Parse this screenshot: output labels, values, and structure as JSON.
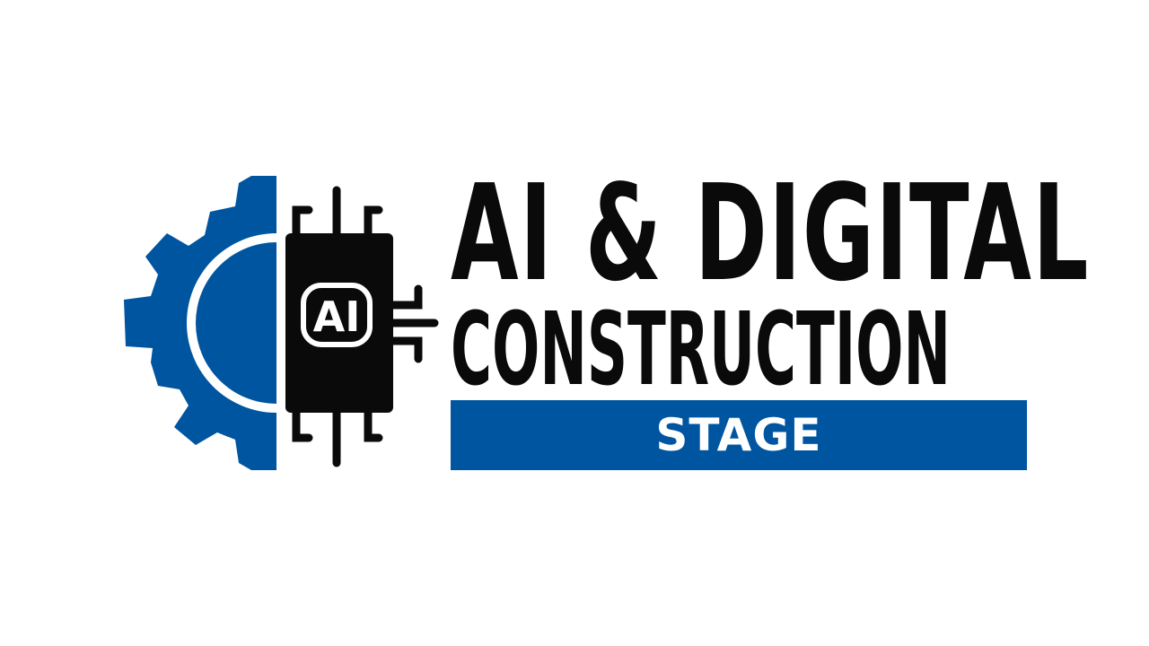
{
  "logo": {
    "emblem_text": "AI",
    "title_line_1": "AI & DIGITAL",
    "title_line_2": "CONSTRUCTION",
    "subtitle": "STAGE",
    "icons": [
      "gear-icon",
      "microchip-icon"
    ]
  },
  "colors": {
    "brand_blue": "#0055a0",
    "black": "#0a0a0a",
    "background": "#ffffff"
  }
}
